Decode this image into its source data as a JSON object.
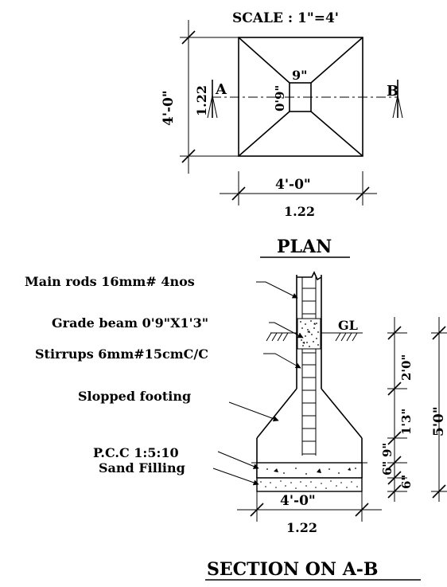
{
  "plan": {
    "scale_label": "SCALE : 1\"=4'",
    "column_width_label": "9\"",
    "column_depth_label": "0'9\"",
    "section_start": "A",
    "section_end": "B",
    "side_dim_ft": "4'-0\"",
    "side_dim_m": "1.22",
    "bottom_dim_ft": "4'-0\"",
    "bottom_dim_m": "1.22",
    "title": "PLAN"
  },
  "section": {
    "labels": {
      "main_rods": "Main rods 16mm# 4nos",
      "grade_beam": "Grade beam  0'9\"X1'3\"",
      "stirrups": "Stirrups 6mm#15cmC/C",
      "slopped_footing": "Slopped footing",
      "pcc": "P.C.C 1:5:10",
      "sand": "Sand Filling"
    },
    "gl": "GL",
    "right_dims": {
      "d1": "2'0\"",
      "d2": "1'3\"",
      "d3": "9\"",
      "d4": "6\"",
      "d5": "6\"",
      "total": "5'0\""
    },
    "bottom_dim_ft": "4'-0\"",
    "bottom_dim_m": "1.22",
    "title": "SECTION ON A-B"
  }
}
